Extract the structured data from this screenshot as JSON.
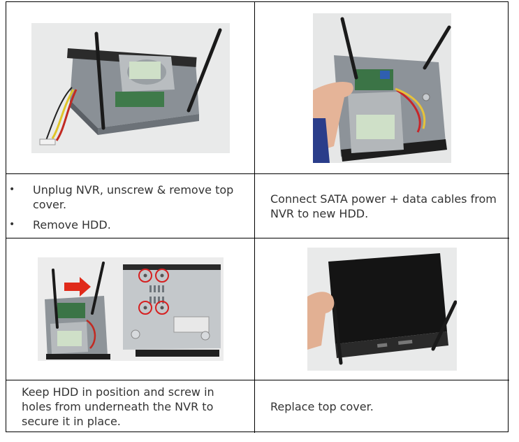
{
  "table": {
    "row1": {
      "left_image": "photo-nvr-open-with-hdd-and-antennas",
      "right_image": "photo-hand-connecting-sata-cables"
    },
    "row2": {
      "left_bullets": [
        "Unplug NVR, unscrew & remove top cover.",
        "Remove HDD."
      ],
      "bullet_glyph": "•",
      "right_text": "Connect SATA power + data cables from NVR to new HDD."
    },
    "row3": {
      "left_image": "photo-hdd-in-position-and-underside-screw-holes",
      "right_image": "photo-closed-nvr-with-cover"
    },
    "row4": {
      "left_text": "Keep HDD in position and screw in holes from underneath the NVR to secure it in place.",
      "right_text": "Replace top cover."
    }
  },
  "colors": {
    "border": "#000000",
    "text": "#333333",
    "highlight_circle": "#d62020",
    "arrow": "#e02a1a"
  }
}
